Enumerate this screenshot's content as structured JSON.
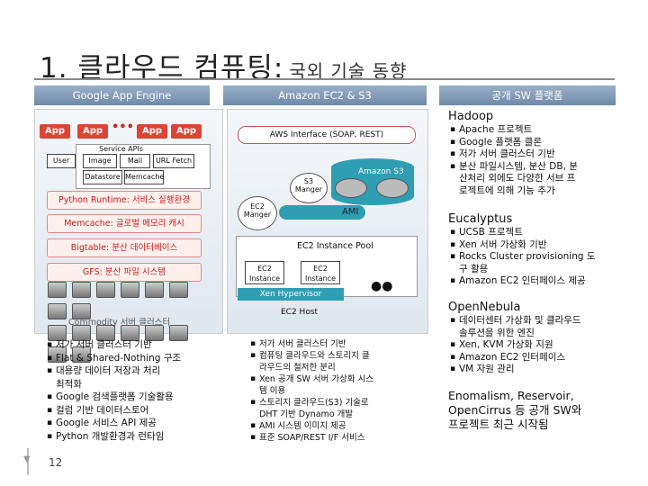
{
  "slide": {
    "title": "1. 클라우드 컴퓨팅:",
    "subtitle": "국외 기술 동향",
    "page_number": "12"
  },
  "headers": {
    "google": "Google App Engine",
    "amazon": "Amazon EC2 & S3",
    "open": "공개 SW 플랫폼"
  },
  "google": {
    "apps": [
      "App",
      "App",
      "App",
      "App"
    ],
    "dots": "•••",
    "service_apis_label": "Service APIs",
    "user_label": "User",
    "apis": [
      "Image",
      "Mail",
      "URL Fetch",
      "Datastore",
      "Memcache"
    ],
    "services": [
      "Python Runtime: 서비스 실행환경",
      "Memcache: 글로벌 메모리 캐시",
      "Bigtable: 분산 데이터베이스",
      "GFS: 분산 파일 시스템"
    ],
    "cluster_label": "Commodity 서버 클러스터",
    "bullets": [
      "저가 서버 클러스터 기반",
      "Flat & Shared-Nothing 구조",
      "대용량 데이터 저장과 처리",
      "최적화",
      "Google 검색플랫폼 기술활용",
      "컬럼 기반 데이터스토어",
      "Google 서비스 API 제공",
      "Python 개발환경과 런타임"
    ]
  },
  "amazon": {
    "aws_interface": "AWS Interface (SOAP, REST)",
    "s3_label": "Amazon S3",
    "s3_manager": "S3 Manger",
    "ec2_manager": "EC2 Manger",
    "ami": "AMI",
    "pool_label": "EC2 Instance Pool",
    "instances": [
      "EC2 Instance",
      "EC2 Instance"
    ],
    "hypervisor": "Xen Hypervisor",
    "host": "EC2 Host",
    "bullets": [
      "저가 서버 클러스터 기반",
      "컴퓨팅 클라우드와 스토리지 클",
      "라우드의 철저한 분리",
      "Xen 공개 SW 서버 가상화 시스",
      "템 이용",
      "스토리지 클라우드(S3) 기술로",
      "DHT 기반 Dynamo 개발",
      "AMI 시스템 이미지 제공",
      "표준 SOAP/REST I/F 서비스"
    ]
  },
  "open": {
    "hadoop_title": "Hadoop",
    "hadoop": [
      "Apache 프로젝트",
      "Google 플랫폼 클론",
      "저가 서버 클러스터 기반",
      "분산 파일시스템, 분산 DB, 분",
      "산처리 외에도 다양한 서브 프",
      "로젝트에 의해 기능 추가"
    ],
    "eucalyptus_title": "Eucalyptus",
    "eucalyptus": [
      "UCSB 프로젝트",
      "Xen 서버 가상화 기반",
      "Rocks Cluster provisioning 도",
      "구 활용",
      "Amazon EC2 인터페이스 제공"
    ],
    "opennebula_title": "OpenNebula",
    "opennebula": [
      "데이터센터 가상화 및 클라우드",
      "솔루션을 위한 엔진",
      "Xen, KVM 가상화 지원",
      "Amazon EC2 인터페이스",
      "VM 자원 관리"
    ],
    "closing": [
      "Enomalism, Reservoir,",
      "OpenCirrus 등 공개 SW와",
      "프로젝트 최근 시작됨"
    ]
  },
  "colors": {
    "header_bg": "#7f98b4",
    "app_red": "#dd4433",
    "teal": "#2f9db2"
  }
}
